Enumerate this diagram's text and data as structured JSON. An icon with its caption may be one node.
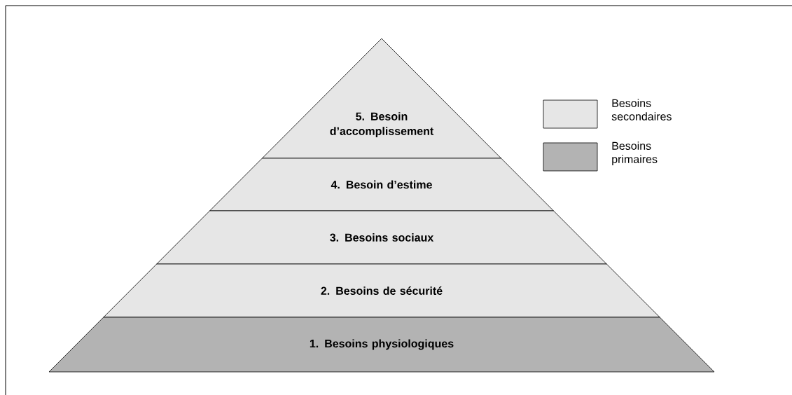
{
  "diagram": {
    "nodes": [
      {
        "text": [
          "5.  Besoin d’accomplissement"
        ]
      },
      {
        "text": [
          "4.  Besoin d’estime"
        ]
      },
      {
        "text": [
          "3.  Besoins sociaux"
        ]
      },
      {
        "text": [
          "2.  Besoins de sécurité"
        ]
      },
      {
        "text": [
          "1.  Besoins physiologiques"
        ]
      }
    ],
    "legend": [
      {
        "text": "Besoins secondaires",
        "color": "#e6e6e6"
      },
      {
        "text": "Besoins primaires",
        "color": "#b3b3b3"
      }
    ]
  }
}
